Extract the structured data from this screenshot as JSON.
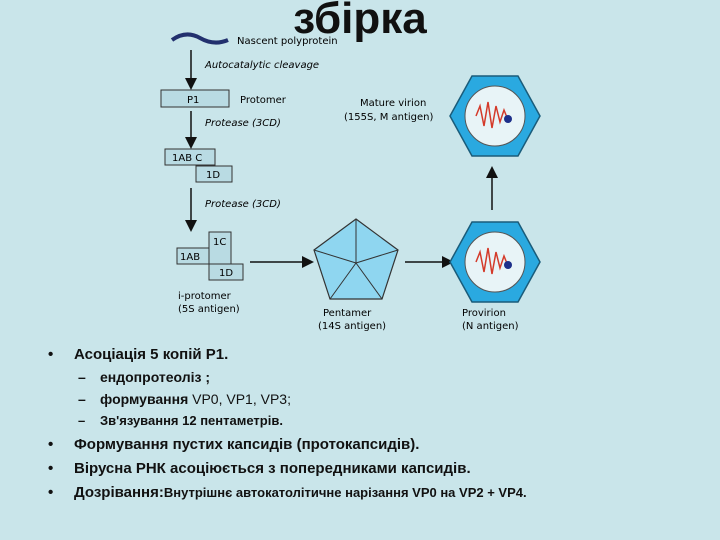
{
  "title": "збірка",
  "diagram": {
    "nascent_label": "Nascent polyprotein",
    "cleavage_label": "Autocatalytic cleavage",
    "p1_box": "P1",
    "protomer_label": "Protomer",
    "protease_label_1": "Protease  (3CD)",
    "box_1abc": "1AB C",
    "box_1d_a": "1D",
    "protease_label_2": "Protease  (3CD)",
    "box_1ab": "1AB",
    "box_1c": "1C",
    "box_1d_b": "1D",
    "iprotomer_label": "i-protomer",
    "iprotomer_sub": "(5S antigen)",
    "pentamer_label": "Pentamer",
    "pentamer_sub": "(14S antigen)",
    "provirion_label": "Provirion",
    "provirion_sub": "(N antigen)",
    "mature_label": "Mature virion",
    "mature_sub": "(155S, M antigen)",
    "colors": {
      "box_fill": "#b9dbe3",
      "virion_fill": "#2aa9e0",
      "pentamer_fill": "#8fd6f0",
      "rna_line": "#d43a2a",
      "dot": "#1d2f8a"
    }
  },
  "bullets": [
    {
      "bold": "Асоціація 5 копій Р1.",
      "rest": ""
    },
    {
      "sub": true,
      "bold": "ендопротеоліз ;",
      "rest": ""
    },
    {
      "sub": true,
      "bold": "формування ",
      "rest": "VP0, VP1, VP3;"
    },
    {
      "sub": true,
      "bold": "Зв'язування 12 пентаметрів.",
      "rest": "",
      "small": true
    },
    {
      "bold": "Формування пустих капсидів (протокапсидів).",
      "rest": ""
    },
    {
      "bold": "Вірусна РНК асоціюється з попередниками капсидів.",
      "rest": ""
    },
    {
      "bold": "Дозрівання:",
      "rest": "Внутрішнє автокатолітичне нарізання  VP0 на VP2 + VP4."
    }
  ]
}
